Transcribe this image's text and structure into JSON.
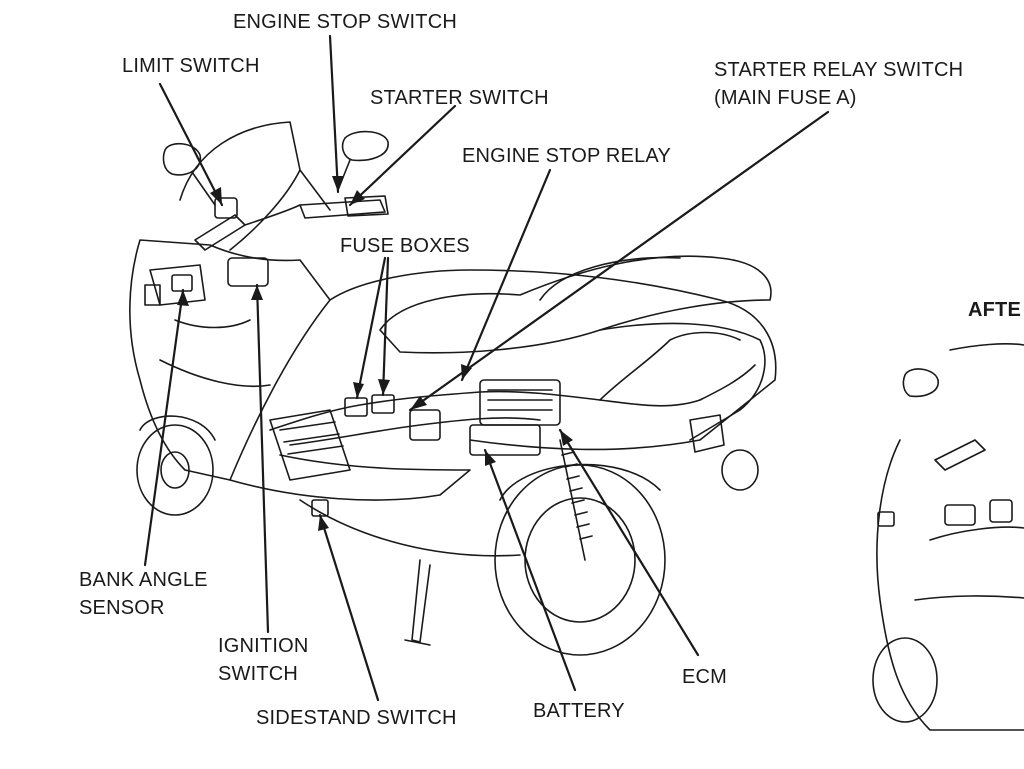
{
  "labels": {
    "engine_stop_switch": "ENGINE STOP SWITCH",
    "limit_switch": "LIMIT SWITCH",
    "starter_switch": "STARTER SWITCH",
    "starter_relay_switch_line1": "STARTER RELAY SWITCH",
    "starter_relay_switch_line2": "(MAIN FUSE A)",
    "engine_stop_relay": "ENGINE STOP RELAY",
    "fuse_boxes": "FUSE BOXES",
    "after": "AFTE",
    "bank_angle_sensor_line1": "BANK ANGLE",
    "bank_angle_sensor_line2": "SENSOR",
    "ignition_switch_line1": "IGNITION",
    "ignition_switch_line2": "SWITCH",
    "sidestand_switch": "SIDESTAND SWITCH",
    "battery": "BATTERY",
    "ecm": "ECM"
  },
  "colors": {
    "ink": "#1a1a1a",
    "paper": "#ffffff",
    "shade": "#dcdcdc"
  }
}
